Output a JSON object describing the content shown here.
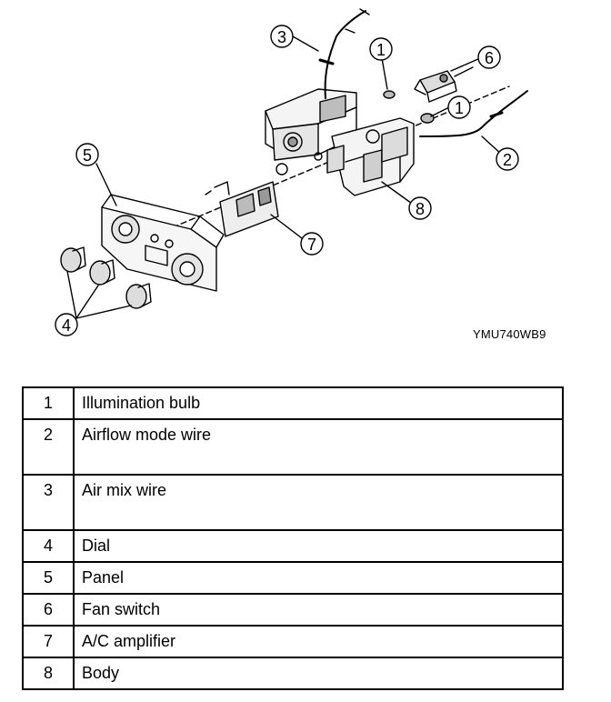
{
  "figure": {
    "code": "YMU740WB9",
    "callouts": [
      "1",
      "1",
      "2",
      "3",
      "4",
      "5",
      "6",
      "7",
      "8"
    ]
  },
  "parts_table": {
    "rows": [
      {
        "num": "1",
        "name": "Illumination bulb"
      },
      {
        "num": "2",
        "name": "Airflow mode wire"
      },
      {
        "num": "3",
        "name": "Air mix wire"
      },
      {
        "num": "4",
        "name": "Dial"
      },
      {
        "num": "5",
        "name": "Panel"
      },
      {
        "num": "6",
        "name": "Fan switch"
      },
      {
        "num": "7",
        "name": "A/C amplifier"
      },
      {
        "num": "8",
        "name": "Body"
      }
    ]
  }
}
